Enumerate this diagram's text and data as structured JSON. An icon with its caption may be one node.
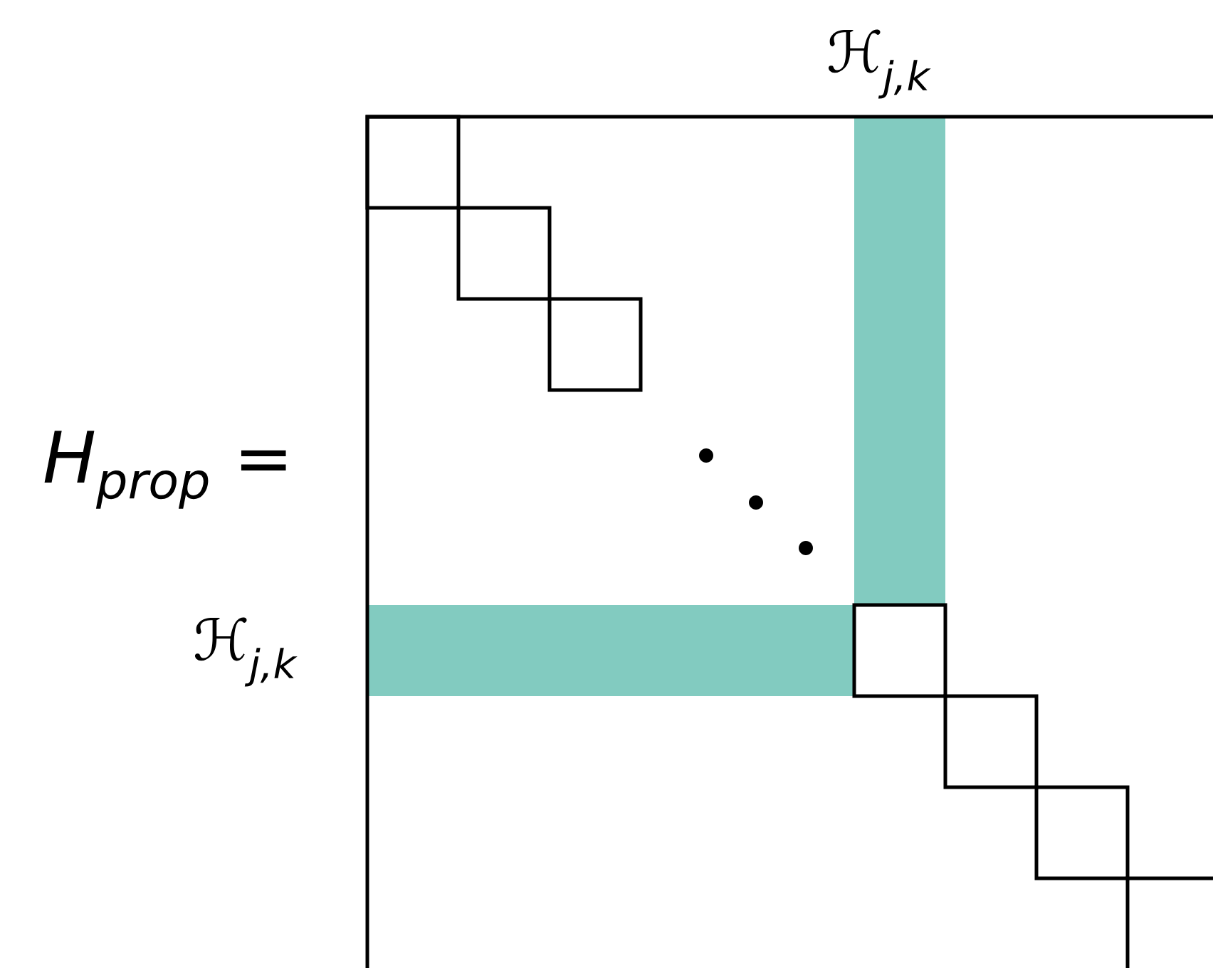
{
  "diagram": {
    "labels": [
      "H$_{prop}$ =",
      "ℋ$_{j,k}$",
      "ℋ$_{j,k}$"
    ]
  }
}
